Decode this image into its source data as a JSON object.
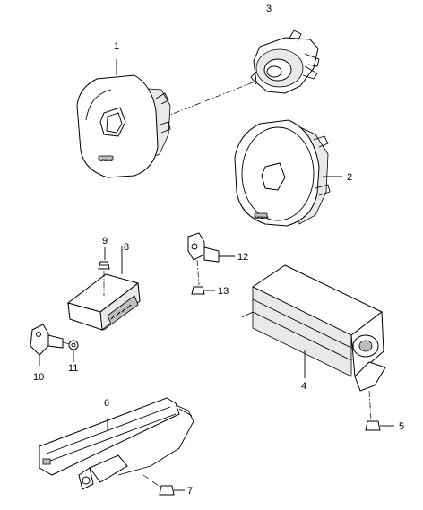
{
  "diagram": {
    "callouts": [
      {
        "id": "1",
        "label": "1"
      },
      {
        "id": "2",
        "label": "2"
      },
      {
        "id": "3",
        "label": "3"
      },
      {
        "id": "4",
        "label": "4"
      },
      {
        "id": "5",
        "label": "5"
      },
      {
        "id": "6",
        "label": "6"
      },
      {
        "id": "7",
        "label": "7"
      },
      {
        "id": "8",
        "label": "8"
      },
      {
        "id": "9",
        "label": "9"
      },
      {
        "id": "10",
        "label": "10"
      },
      {
        "id": "11",
        "label": "11"
      },
      {
        "id": "12",
        "label": "12"
      },
      {
        "id": "13",
        "label": "13"
      }
    ],
    "airbag_text": "AIRBAG"
  }
}
